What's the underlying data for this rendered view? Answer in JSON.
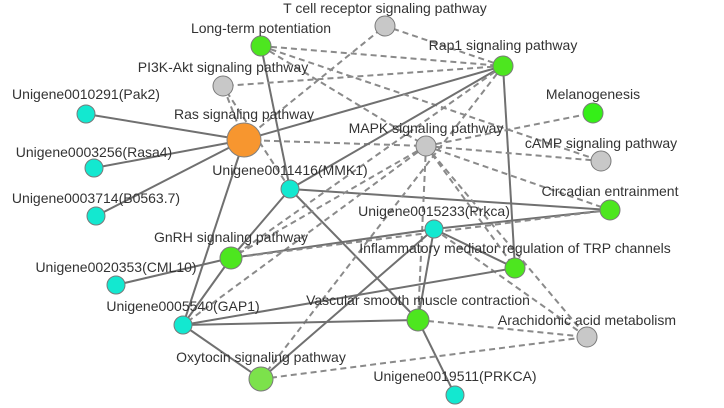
{
  "network": {
    "colors": {
      "hub": "#f7962f",
      "gene": "#13e8d0",
      "pathway_bright": "#35ef18",
      "pathway_mid": "#4de61f",
      "pathway_light": "#7ce24b",
      "pathway_inactive": "#c8c8c8",
      "edge": "#707070"
    },
    "nodes": [
      {
        "id": "tcell",
        "label": "T cell receptor signaling pathway",
        "kind": "pathway_inactive"
      },
      {
        "id": "ltp",
        "label": "Long-term potentiation",
        "kind": "pathway_mid"
      },
      {
        "id": "rap1",
        "label": "Rap1 signaling pathway",
        "kind": "pathway_mid"
      },
      {
        "id": "pi3k",
        "label": "PI3K-Akt signaling pathway",
        "kind": "pathway_inactive"
      },
      {
        "id": "pak2",
        "label": "Unigene0010291(Pak2)",
        "kind": "gene"
      },
      {
        "id": "melano",
        "label": "Melanogenesis",
        "kind": "pathway_bright"
      },
      {
        "id": "ras",
        "label": "Ras signaling pathway",
        "kind": "hub"
      },
      {
        "id": "mapk",
        "label": "MAPK signaling pathway",
        "kind": "pathway_inactive"
      },
      {
        "id": "rasa4",
        "label": "Unigene0003256(Rasa4)",
        "kind": "gene"
      },
      {
        "id": "camp",
        "label": "cAMP signaling pathway",
        "kind": "pathway_inactive"
      },
      {
        "id": "mmk1",
        "label": "Unigene0011416(MMK1)",
        "kind": "gene"
      },
      {
        "id": "b0563",
        "label": "Unigene0003714(B0563.7)",
        "kind": "gene"
      },
      {
        "id": "circ",
        "label": "Circadian entrainment",
        "kind": "pathway_mid"
      },
      {
        "id": "prkca_ca",
        "label": "Unigene0015233(Prkca)",
        "kind": "gene"
      },
      {
        "id": "gnrh",
        "label": "GnRH signaling pathway",
        "kind": "pathway_mid"
      },
      {
        "id": "inflam",
        "label": "Inflammatory mediator regulation of TRP channels",
        "kind": "pathway_mid"
      },
      {
        "id": "cml10",
        "label": "Unigene0020353(CML10)",
        "kind": "gene"
      },
      {
        "id": "gap1",
        "label": "Unigene0005540(GAP1)",
        "kind": "gene"
      },
      {
        "id": "vsmc",
        "label": "Vascular smooth muscle contraction",
        "kind": "pathway_mid"
      },
      {
        "id": "arach",
        "label": "Arachidonic acid metabolism",
        "kind": "pathway_inactive"
      },
      {
        "id": "oxy",
        "label": "Oxytocin signaling pathway",
        "kind": "pathway_light"
      },
      {
        "id": "prkca2",
        "label": "Unigene0019511(PRKCA)",
        "kind": "gene"
      }
    ],
    "edges": [
      {
        "source": "ras",
        "target": "pak2",
        "style": "solid"
      },
      {
        "source": "ras",
        "target": "rasa4",
        "style": "solid"
      },
      {
        "source": "ras",
        "target": "b0563",
        "style": "solid"
      },
      {
        "source": "ras",
        "target": "rap1",
        "style": "solid"
      },
      {
        "source": "ras",
        "target": "mapk",
        "style": "dashed"
      },
      {
        "source": "ras",
        "target": "pi3k",
        "style": "dashed"
      },
      {
        "source": "ras",
        "target": "tcell",
        "style": "dashed"
      },
      {
        "source": "ras",
        "target": "gap1",
        "style": "solid"
      },
      {
        "source": "ltp",
        "target": "mmk1",
        "style": "solid"
      },
      {
        "source": "ltp",
        "target": "rap1",
        "style": "dashed"
      },
      {
        "source": "ltp",
        "target": "mapk",
        "style": "dashed"
      },
      {
        "source": "ltp",
        "target": "camp",
        "style": "dashed"
      },
      {
        "source": "mmk1",
        "target": "rap1",
        "style": "solid"
      },
      {
        "source": "mmk1",
        "target": "circ",
        "style": "solid"
      },
      {
        "source": "mmk1",
        "target": "gnrh",
        "style": "solid"
      },
      {
        "source": "mmk1",
        "target": "vsmc",
        "style": "solid"
      },
      {
        "source": "mmk1",
        "target": "pi3k",
        "style": "dashed"
      },
      {
        "source": "rap1",
        "target": "tcell",
        "style": "dashed"
      },
      {
        "source": "rap1",
        "target": "inflam",
        "style": "solid"
      },
      {
        "source": "rap1",
        "target": "pi3k",
        "style": "dashed"
      },
      {
        "source": "rap1",
        "target": "gnrh",
        "style": "dashed"
      },
      {
        "source": "rap1",
        "target": "oxy",
        "style": "dashed"
      },
      {
        "source": "mapk",
        "target": "melano",
        "style": "dashed"
      },
      {
        "source": "mapk",
        "target": "camp",
        "style": "dashed"
      },
      {
        "source": "mapk",
        "target": "circ",
        "style": "dashed"
      },
      {
        "source": "mapk",
        "target": "gnrh",
        "style": "dashed"
      },
      {
        "source": "mapk",
        "target": "gap1",
        "style": "dashed"
      },
      {
        "source": "mapk",
        "target": "inflam",
        "style": "dashed"
      },
      {
        "source": "mapk",
        "target": "vsmc",
        "style": "dashed"
      },
      {
        "source": "mapk",
        "target": "arach",
        "style": "dashed"
      },
      {
        "source": "prkca_ca",
        "target": "circ",
        "style": "solid"
      },
      {
        "source": "prkca_ca",
        "target": "inflam",
        "style": "solid"
      },
      {
        "source": "prkca_ca",
        "target": "vsmc",
        "style": "solid"
      },
      {
        "source": "prkca_ca",
        "target": "gnrh",
        "style": "solid"
      },
      {
        "source": "prkca_ca",
        "target": "oxy",
        "style": "solid"
      },
      {
        "source": "prkca_ca",
        "target": "arach",
        "style": "dashed"
      },
      {
        "source": "cml10",
        "target": "gnrh",
        "style": "solid"
      },
      {
        "source": "gap1",
        "target": "gnrh",
        "style": "solid"
      },
      {
        "source": "gap1",
        "target": "vsmc",
        "style": "solid"
      },
      {
        "source": "gap1",
        "target": "inflam",
        "style": "solid"
      },
      {
        "source": "gap1",
        "target": "oxy",
        "style": "solid"
      },
      {
        "source": "vsmc",
        "target": "prkca2",
        "style": "solid"
      },
      {
        "source": "vsmc",
        "target": "arach",
        "style": "dashed"
      },
      {
        "source": "oxy",
        "target": "arach",
        "style": "dashed"
      },
      {
        "source": "circ",
        "target": "gnrh",
        "style": "dashed"
      }
    ]
  }
}
